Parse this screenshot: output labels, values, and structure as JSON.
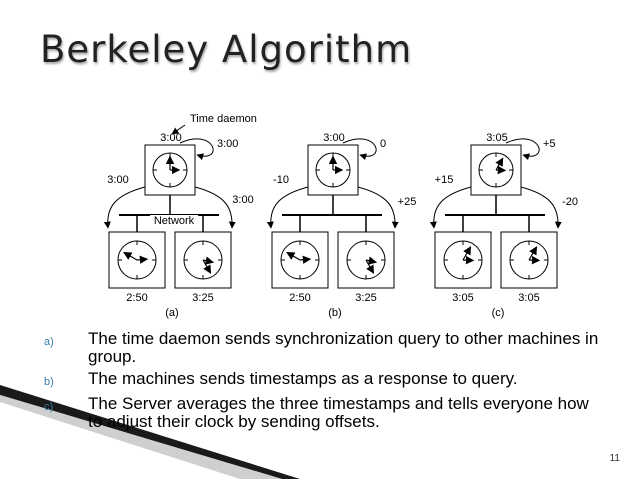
{
  "title": "Berkeley Algorithm",
  "diagram": {
    "time_daemon_label": "Time daemon",
    "network_label": "Network",
    "panels": [
      {
        "caption": "(a)",
        "server_time": "3:00",
        "server_loop": "3:00",
        "left_arrow": "3:00",
        "right_arrow": "3:00",
        "client_left_time": "2:50",
        "client_right_time": "3:25"
      },
      {
        "caption": "(b)",
        "server_time": "3:00",
        "server_loop": "0",
        "left_arrow": "-10",
        "right_arrow": "+25",
        "client_left_time": "2:50",
        "client_right_time": "3:25"
      },
      {
        "caption": "(c)",
        "server_time": "3:05",
        "server_loop": "+5",
        "left_arrow": "+15",
        "right_arrow": "-20",
        "client_left_time": "3:05",
        "client_right_time": "3:05"
      }
    ]
  },
  "bullets": [
    {
      "marker": "a)",
      "text": "The time daemon sends synchronization query to other machines in group."
    },
    {
      "marker": "b)",
      "text": "The machines sends timestamps as a response to query."
    },
    {
      "marker": "c)",
      "text": "The Server averages the three timestamps and tells everyone how to adjust their clock by sending offsets."
    }
  ],
  "page_number": "11",
  "colors": {
    "accent": "#3a7ca5",
    "wedge": "#1a1a1a"
  }
}
